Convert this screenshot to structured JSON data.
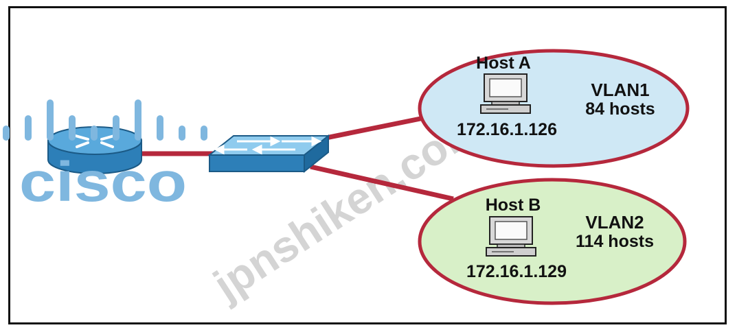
{
  "colors": {
    "link": "#b5283c",
    "vlan1_fill": "#cfe8f5",
    "vlan2_fill": "#d8f0c8",
    "ellipse_stroke": "#b5283c",
    "device_blue": "#3d8fc4",
    "logo_blue": "#7fb7df",
    "watermark": "#d4d4d4"
  },
  "logo": {
    "text": "cisco"
  },
  "watermark": {
    "text": "jpnshiken.com"
  },
  "devices": {
    "router": {
      "icon": "router-icon"
    },
    "switch": {
      "icon": "switch-icon"
    }
  },
  "vlans": [
    {
      "name": "VLAN1",
      "hosts": "84 hosts",
      "host_name": "Host A",
      "ip": "172.16.1.126"
    },
    {
      "name": "VLAN2",
      "hosts": "114 hosts",
      "host_name": "Host B",
      "ip": "172.16.1.129"
    }
  ]
}
